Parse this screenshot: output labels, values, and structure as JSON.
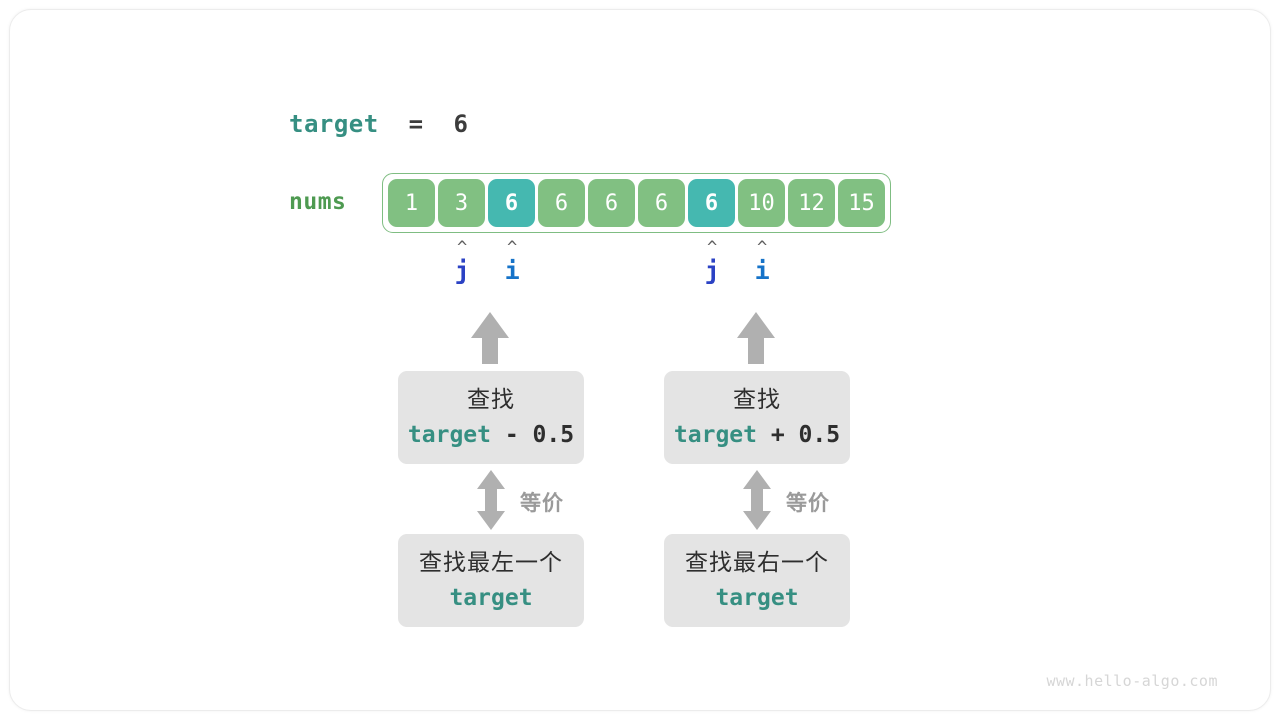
{
  "target_line": {
    "keyword": "target",
    "operator": "=",
    "value": "6"
  },
  "array": {
    "label": "nums",
    "cells": [
      {
        "value": "1",
        "highlighted": false
      },
      {
        "value": "3",
        "highlighted": false
      },
      {
        "value": "6",
        "highlighted": true
      },
      {
        "value": "6",
        "highlighted": false
      },
      {
        "value": "6",
        "highlighted": false
      },
      {
        "value": "6",
        "highlighted": false
      },
      {
        "value": "6",
        "highlighted": true
      },
      {
        "value": "10",
        "highlighted": false
      },
      {
        "value": "12",
        "highlighted": false
      },
      {
        "value": "15",
        "highlighted": false
      }
    ]
  },
  "pointers": [
    {
      "name": "j",
      "caret": "^",
      "cell_index": 1,
      "group": "left"
    },
    {
      "name": "i",
      "caret": "^",
      "cell_index": 2,
      "group": "left"
    },
    {
      "name": "j",
      "caret": "^",
      "cell_index": 6,
      "group": "right"
    },
    {
      "name": "i",
      "caret": "^",
      "cell_index": 7,
      "group": "right"
    }
  ],
  "left_branch": {
    "upper_box": {
      "line1": "查找",
      "expr_keyword": "target",
      "expr_operator": " - 0.5"
    },
    "equivalence_label": "等价",
    "lower_box": {
      "line1": "查找最左一个",
      "expr_keyword": "target"
    }
  },
  "right_branch": {
    "upper_box": {
      "line1": "查找",
      "expr_keyword": "target",
      "expr_operator": " + 0.5"
    },
    "equivalence_label": "等价",
    "lower_box": {
      "line1": "查找最右一个",
      "expr_keyword": "target"
    }
  },
  "watermark": "www.hello-algo.com",
  "colors": {
    "accent_teal": "#368f82",
    "cell_green": "#81c082",
    "cell_highlight": "#45b8b0",
    "array_border": "#7fbd82",
    "nums_label": "#4e9a51",
    "pointer_j": "#2b42c4",
    "pointer_i": "#1673c8",
    "arrow_gray": "#b0b0b0",
    "box_gray": "#e4e4e4",
    "text_dark": "#2e2e2e"
  }
}
